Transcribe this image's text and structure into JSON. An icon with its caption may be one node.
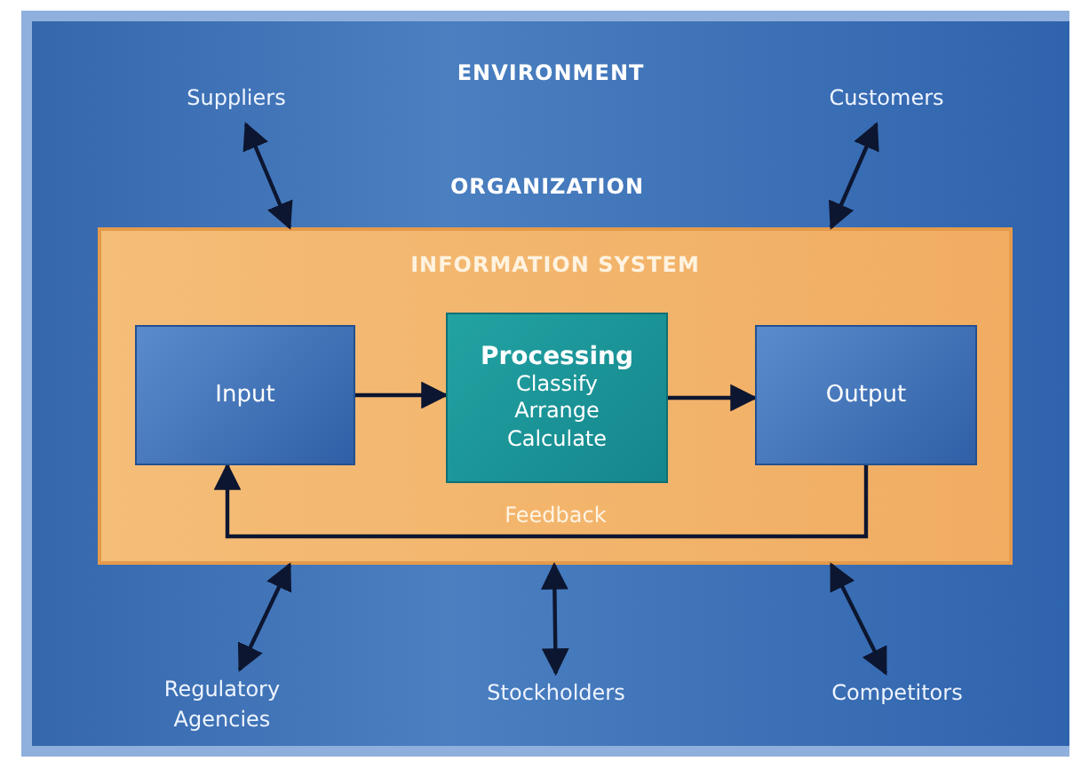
{
  "diagram": {
    "nodes": [
      {
        "text": [
          "ENVIRONMENT"
        ]
      },
      {
        "text": [
          "Suppliers"
        ],
        "in": 0
      },
      {
        "text": [
          "Customers"
        ],
        "in": 0
      },
      {
        "text": [
          "INFORMATION SYSTEM"
        ],
        "in": 0
      },
      {
        "text": [
          "Input"
        ],
        "in": 3
      },
      {
        "text": [
          "Processing",
          "Classify Arrange Calculate"
        ],
        "in": 3
      },
      {
        "text": [
          "Output"
        ],
        "in": 3
      },
      {
        "text": [
          "Regulatory Agencies"
        ],
        "in": 0
      },
      {
        "text": [
          "Stockholders"
        ],
        "in": 0
      },
      {
        "text": [
          "Competitors"
        ],
        "in": 0
      }
    ],
    "edges": [
      {
        "from": 1,
        "to": 3,
        "arrow": "both"
      },
      {
        "from": 2,
        "to": 3,
        "arrow": "both"
      },
      {
        "from": 4,
        "to": 5,
        "arrow": "to"
      },
      {
        "from": 5,
        "to": 6,
        "arrow": "to"
      },
      {
        "from": 6,
        "to": 4,
        "arrow": "to",
        "label": "Feedback"
      },
      {
        "from": 7,
        "to": 3,
        "arrow": "both"
      },
      {
        "from": 8,
        "to": 3,
        "arrow": "both"
      },
      {
        "from": 9,
        "to": 3,
        "arrow": "both"
      }
    ],
    "labels": [
      "ORGANIZATION"
    ]
  }
}
